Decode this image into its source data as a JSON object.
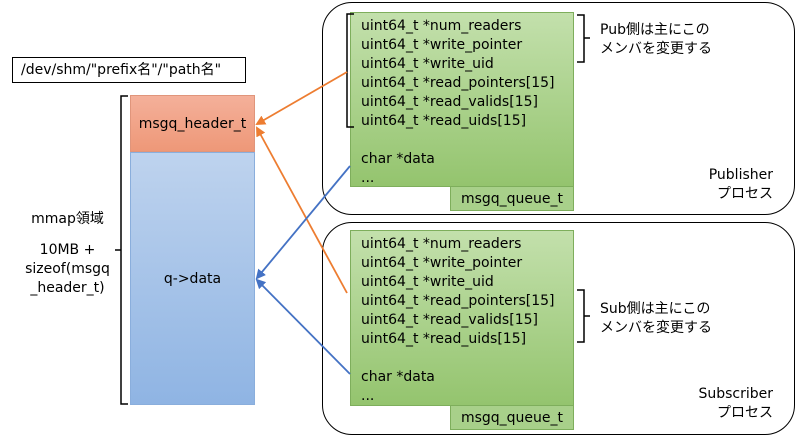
{
  "shm_path": "/dev/shm/\"prefix名\"/\"path名\"",
  "mmap": {
    "header_label": "msgq_header_t",
    "data_label": "q->data",
    "region_label": "mmap領域",
    "size_label": "10MB +\nsizeof(msgq\n_header_t)"
  },
  "publisher": {
    "process_line1": "Publisher",
    "process_line2": "プロセス",
    "note_line1": "Pub側は主にこの",
    "note_line2": "メンバを変更する",
    "queue_name": "msgq_queue_t",
    "fields": [
      "uint64_t *num_readers",
      "uint64_t *write_pointer",
      "uint64_t *write_uid",
      "uint64_t *read_pointers[15]",
      "uint64_t *read_valids[15]",
      "uint64_t *read_uids[15]"
    ],
    "data_field": "char *data",
    "ellipsis": "..."
  },
  "subscriber": {
    "process_line1": "Subscriber",
    "process_line2": "プロセス",
    "note_line1": "Sub側は主にこの",
    "note_line2": "メンバを変更する",
    "queue_name": "msgq_queue_t",
    "fields": [
      "uint64_t *num_readers",
      "uint64_t *write_pointer",
      "uint64_t *write_uid",
      "uint64_t *read_pointers[15]",
      "uint64_t *read_valids[15]",
      "uint64_t *read_uids[15]"
    ],
    "data_field": "char *data",
    "ellipsis": "..."
  },
  "colors": {
    "header_arrow": "#ed7d31",
    "data_arrow": "#4472c4"
  }
}
